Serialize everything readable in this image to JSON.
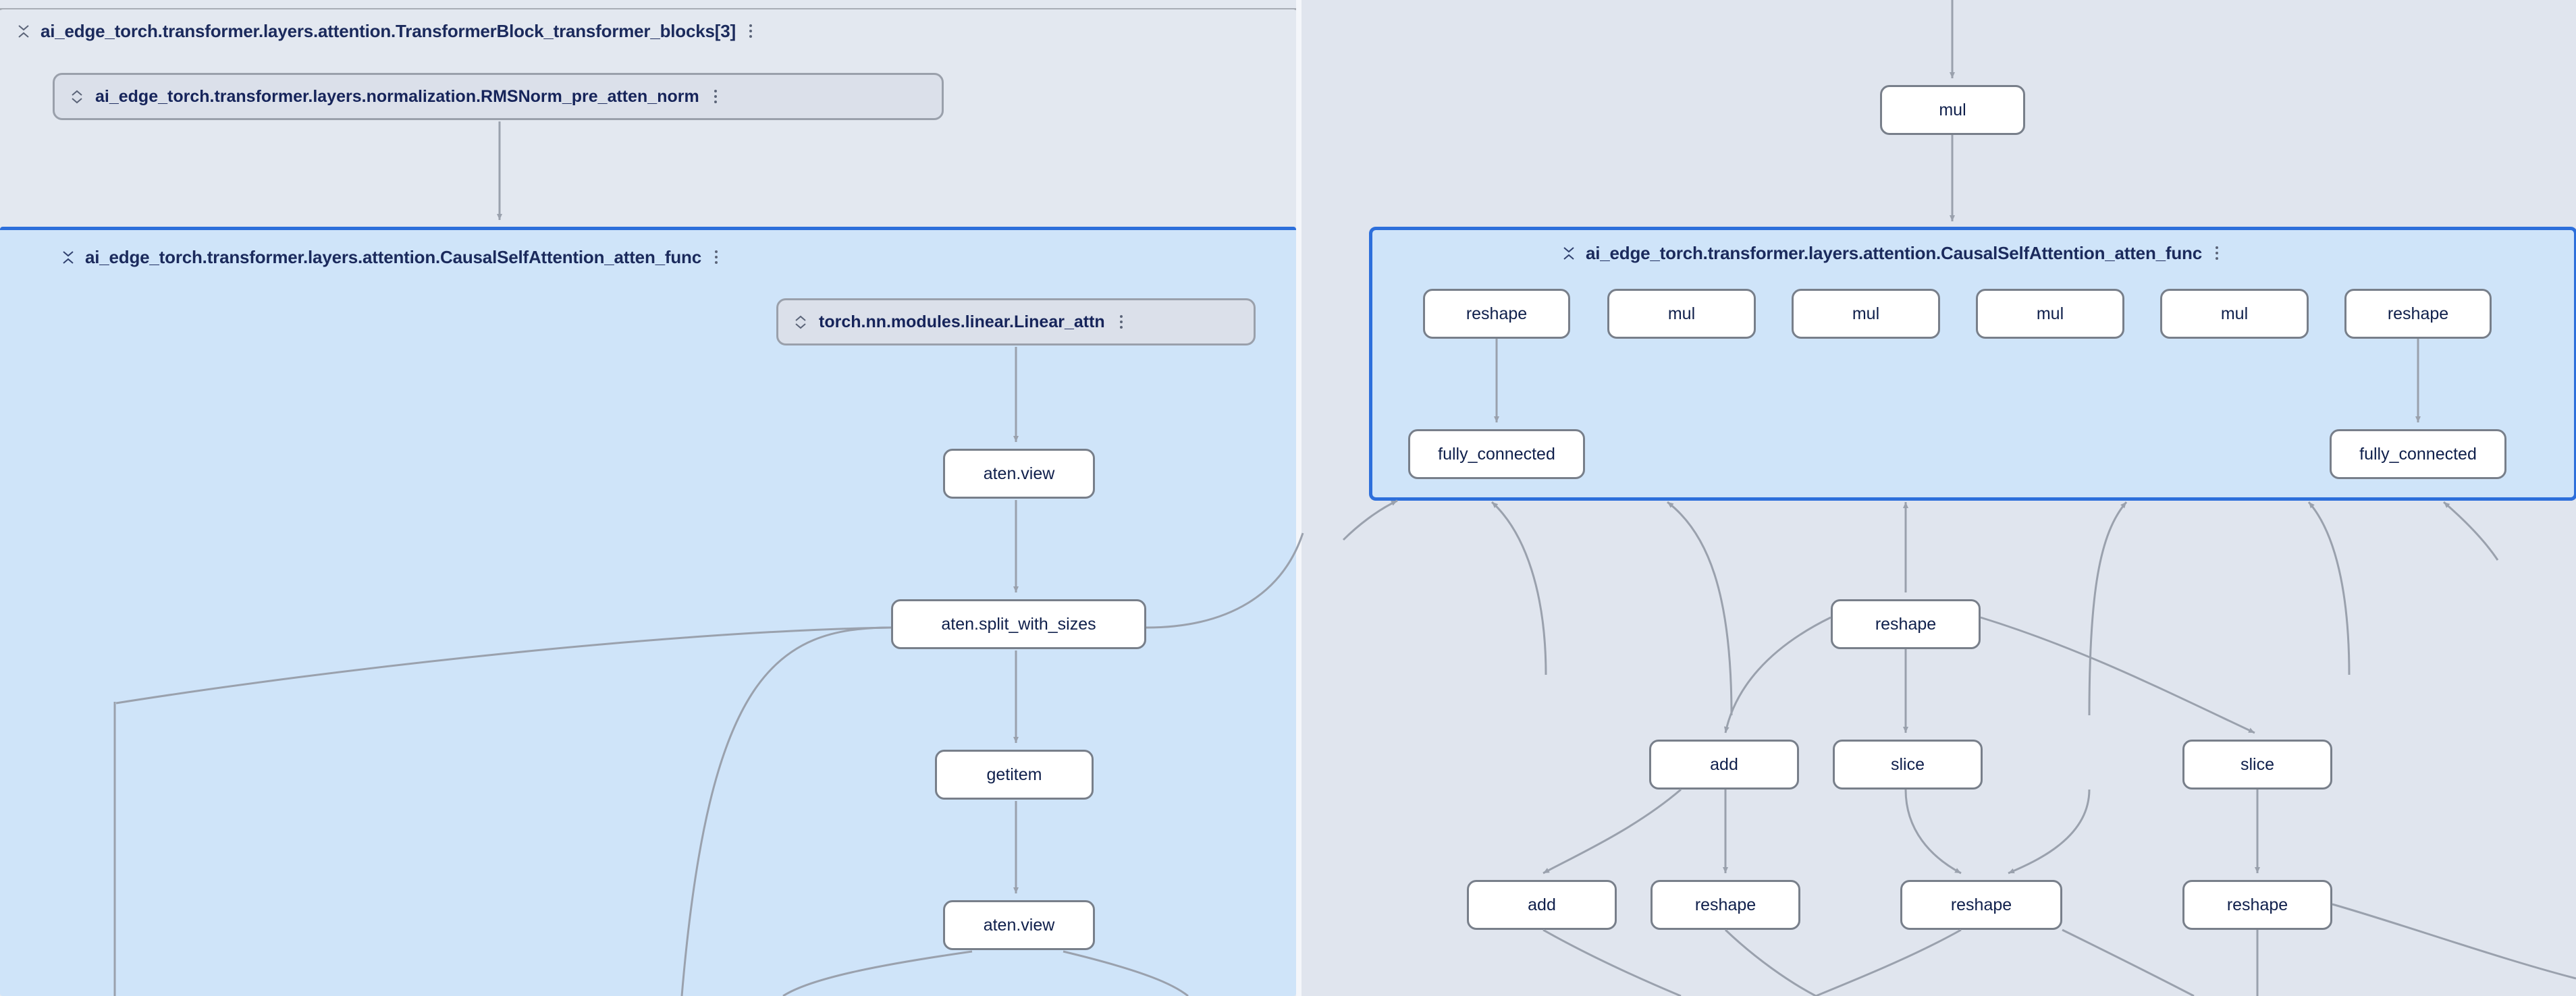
{
  "app": {
    "view": "model-graph",
    "colors": {
      "selection_border": "#2d6fdb",
      "selected_group_bg": "#cfe4f9",
      "pane_bg": "#e3e8f0",
      "right_pane_bg": "#e0e5ee",
      "node_bg": "#ffffff",
      "node_border": "#787f8a",
      "node_text": "#0f1f4b",
      "module_pill_bg": "#dbe0ea",
      "edge": "#9aa1ad"
    }
  },
  "left_pane": {
    "transformer_block_group": {
      "title": "ai_edge_torch.transformer.layers.attention.TransformerBlock_transformer_blocks[3]",
      "collapse_icon": "collapse-vertical-icon",
      "menu_icon": "more-vertical-icon"
    },
    "modules": [
      {
        "label": "ai_edge_torch.transformer.layers.normalization.RMSNorm_pre_atten_norm",
        "expand_icon": "expand-vertical-icon",
        "menu_icon": "more-vertical-icon"
      },
      {
        "label": "torch.nn.modules.linear.Linear_attn",
        "expand_icon": "expand-vertical-icon",
        "menu_icon": "more-vertical-icon"
      }
    ],
    "attention_group": {
      "title": "ai_edge_torch.transformer.layers.attention.CausalSelfAttention_atten_func",
      "collapse_icon": "collapse-vertical-icon",
      "menu_icon": "more-vertical-icon",
      "selected": true
    },
    "nodes": [
      {
        "label": "aten.view"
      },
      {
        "label": "aten.split_with_sizes"
      },
      {
        "label": "getitem"
      },
      {
        "label": "aten.view"
      }
    ]
  },
  "right_pane": {
    "top_node": {
      "label": "mul"
    },
    "attention_group": {
      "title": "ai_edge_torch.transformer.layers.attention.CausalSelfAttention_atten_func",
      "collapse_icon": "collapse-vertical-icon",
      "menu_icon": "more-vertical-icon",
      "selected": true,
      "row_nodes": [
        {
          "label": "reshape"
        },
        {
          "label": "mul"
        },
        {
          "label": "mul"
        },
        {
          "label": "mul"
        },
        {
          "label": "mul"
        },
        {
          "label": "reshape"
        }
      ],
      "output_nodes": [
        {
          "label": "fully_connected"
        },
        {
          "label": "fully_connected"
        }
      ]
    },
    "below_nodes": [
      {
        "label": "reshape"
      },
      {
        "label": "add"
      },
      {
        "label": "slice"
      },
      {
        "label": "slice"
      },
      {
        "label": "add"
      },
      {
        "label": "reshape"
      },
      {
        "label": "reshape"
      },
      {
        "label": "reshape"
      }
    ]
  }
}
